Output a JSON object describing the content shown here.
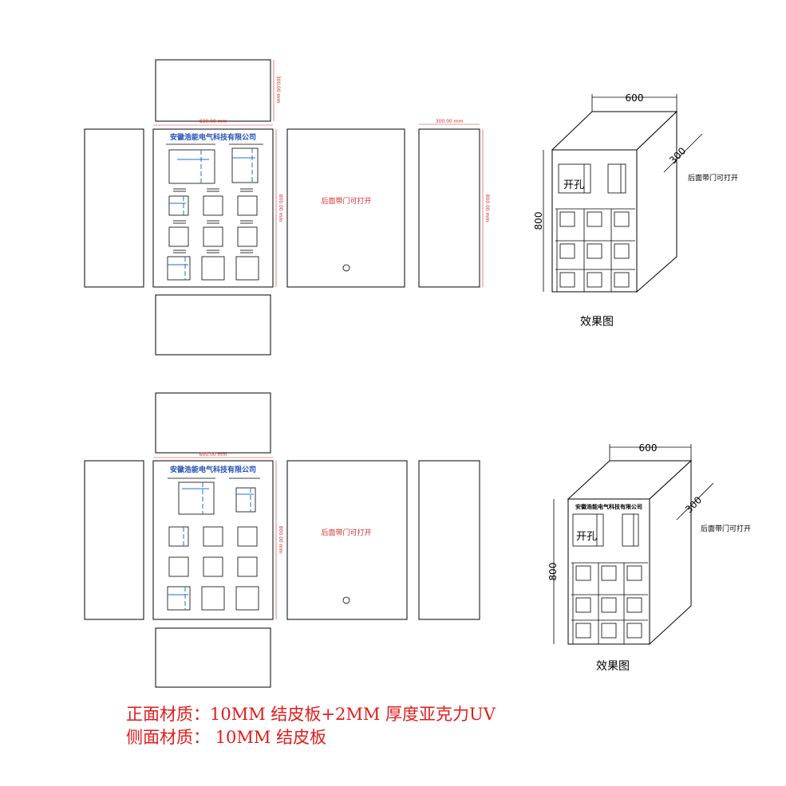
{
  "sheet1": {
    "company": "安徽浩能电气科技有限公司",
    "back_door_note": "后面带门可打开",
    "dim_width": "600.00 mm",
    "dim_height": "800.00 mm",
    "dim_depth": "300.00 mm",
    "iso": {
      "width": "600",
      "depth": "300",
      "height": "800",
      "side_note": "后面带门可打开",
      "hole_label": "开孔",
      "caption": "效果图"
    }
  },
  "sheet2": {
    "company": "安徽浩能电气科技有限公司",
    "back_door_note": "后面带门可打开",
    "dim_width": "600.00 mm",
    "dim_height": "800.00 mm",
    "iso": {
      "width": "600",
      "depth": "300",
      "height": "800",
      "side_note": "后面带门可打开",
      "company": "安徽浩能电气科技有限公司",
      "hole_label": "开孔",
      "caption": "效果图"
    }
  },
  "material": {
    "front_label": "正面材质：",
    "front_value": "10MM 结皮板+2MM 厚度亚克力UV",
    "side_label": "侧面材质：",
    "side_value": "10MM 结皮板"
  }
}
